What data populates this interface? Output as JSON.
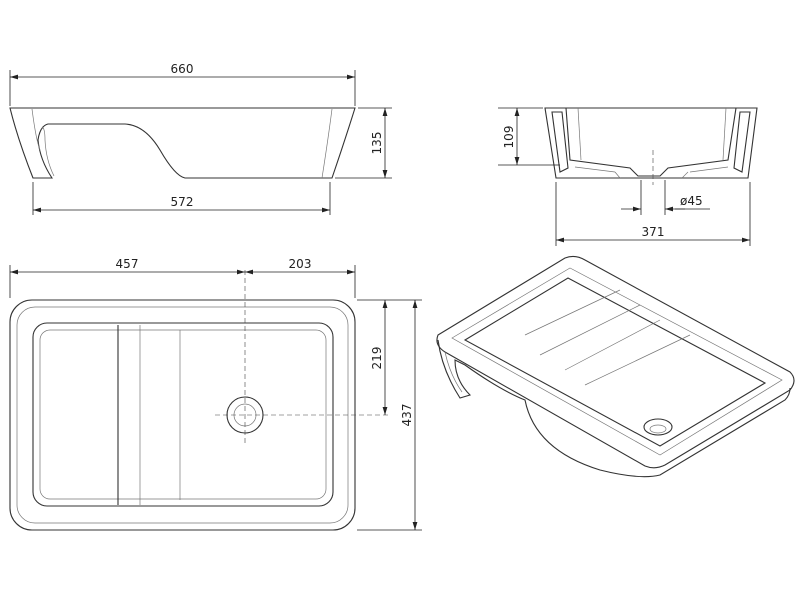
{
  "drawing": {
    "side_view": {
      "overall_length": "660",
      "base_length": "572",
      "height": "135"
    },
    "front_view": {
      "inner_depth": "109",
      "drain_diameter": "ø45",
      "base_width": "371"
    },
    "plan_view": {
      "drain_offset_x": "457",
      "drain_offset_right": "203",
      "drain_offset_y": "219",
      "overall_width": "437"
    }
  }
}
